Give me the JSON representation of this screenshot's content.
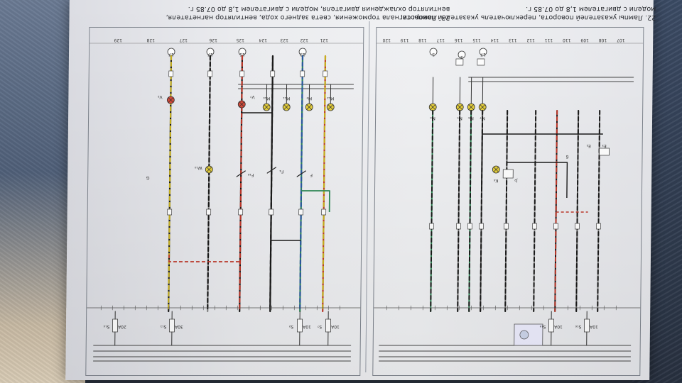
{
  "captions": {
    "fig22": {
      "line1": "22. Лампы указателей поворота, переключатель указателей поворота,",
      "line2": "модели с двигателем 1,8 до 07.85 г."
    },
    "fig23": {
      "line1": "23. Лампы сигнала торможения, света заднего хода, вентилятор нагнетателя,",
      "line2": "вентилятор охлаждения двигателя, модели с двигателем 1,8 до 07.85 г."
    }
  },
  "fig23": {
    "tracks": [
      "129",
      "128",
      "127",
      "126",
      "125",
      "124",
      "123",
      "122",
      "121"
    ],
    "callouts": [
      "17",
      "17",
      "15",
      "13"
    ],
    "components": [
      "V₂",
      "W₁₀",
      "V₇",
      "F₁₈",
      "F₄",
      "F",
      "G",
      "M₁₀",
      "M₁₁",
      "M₉",
      "M₁₂",
      "S₁₄",
      "S₁₁",
      "S₂",
      "S₇"
    ],
    "fuses": [
      "20A",
      "30A",
      "10A",
      "10A"
    ]
  },
  "fig22": {
    "tracks": [
      "120",
      "119",
      "118",
      "117",
      "116",
      "115",
      "114",
      "113",
      "112",
      "111",
      "110",
      "109",
      "108",
      "107"
    ],
    "callouts": [
      "5",
      "3",
      "17"
    ],
    "components": [
      "M₆",
      "M₅",
      "M₈",
      "M₇",
      "K₆",
      "J₂",
      "E₃",
      "E₂",
      "S₁₉",
      "S₁₆"
    ],
    "fuses": [
      "10A",
      "10A"
    ]
  },
  "colors": {
    "wire_red": "#c0392b",
    "wire_yellow": "#c9b21f",
    "wire_green": "#2e8b57",
    "wire_blue": "#2c5aa0",
    "wire_black": "#1a1a1a",
    "lamp_red": "#d64a3a",
    "lamp_yellow": "#e6cf3c"
  }
}
